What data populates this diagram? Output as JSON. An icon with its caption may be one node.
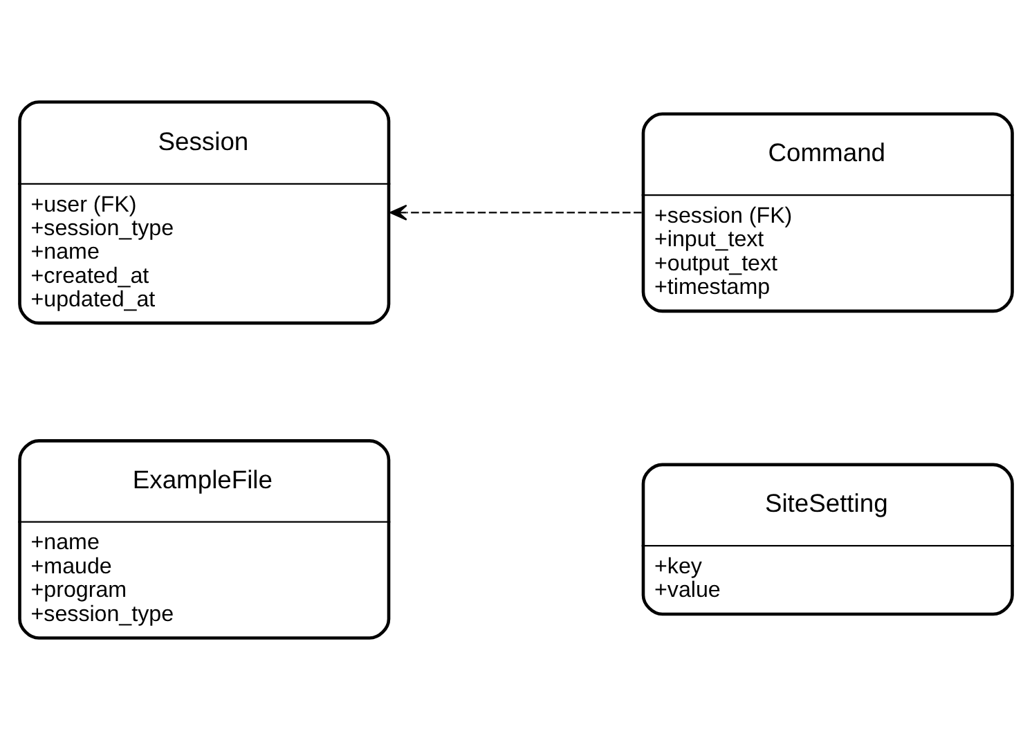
{
  "diagram": {
    "nodes": [
      {
        "text": [
          "Session",
          "+user (FK)",
          "+session_type",
          "+name",
          "+created_at",
          "+updated_at"
        ]
      },
      {
        "text": [
          "Command",
          "+session (FK)",
          "+input_text",
          "+output_text",
          "+timestamp"
        ]
      },
      {
        "text": [
          "ExampleFile",
          "+name",
          "+maude",
          "+program",
          "+session_type"
        ]
      },
      {
        "text": [
          "SiteSetting",
          "+key",
          "+value"
        ]
      }
    ],
    "edges": [
      {
        "from": 1,
        "to": 0,
        "arrow": "to",
        "style": "dashed"
      }
    ]
  }
}
